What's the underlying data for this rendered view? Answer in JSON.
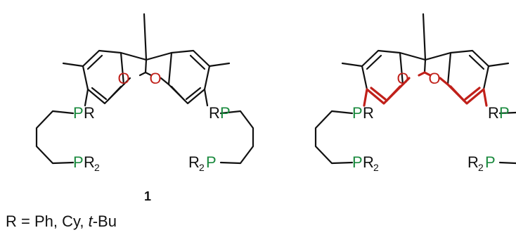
{
  "colors": {
    "bond": "#111111",
    "phosphorus": "#1a8a3e",
    "oxygen": "#c0201a",
    "highlight": "#c0201a"
  },
  "atoms": {
    "oxygen": "O",
    "phosphorus": "P",
    "substituent": "R",
    "subscript": "2"
  },
  "compound_number": "1",
  "legend": {
    "prefix": "R = Ph, Cy, ",
    "italic": "t",
    "suffix": "-Bu"
  }
}
